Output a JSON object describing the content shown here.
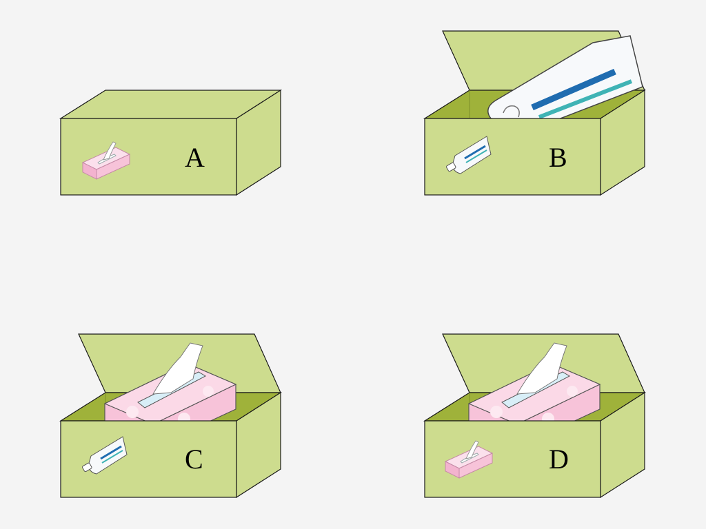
{
  "colors": {
    "background": "#f4f4f4",
    "box_face": "#cddc8e",
    "box_inside": "#9fb23a",
    "outline": "#1a1a1a",
    "tissue_pink": "#f7c3d9",
    "toothpaste_blue": "#1f6cb0",
    "toothpaste_teal": "#3fb3b5"
  },
  "panels": [
    {
      "label": "A",
      "state": "closed",
      "front_item": "tissue-box-icon",
      "contents": ""
    },
    {
      "label": "B",
      "state": "open",
      "front_item": "toothpaste-icon",
      "contents": "toothpaste"
    },
    {
      "label": "C",
      "state": "open",
      "front_item": "toothpaste-icon",
      "contents": "tissue-box"
    },
    {
      "label": "D",
      "state": "open",
      "front_item": "tissue-box-icon",
      "contents": "tissue-box"
    }
  ]
}
